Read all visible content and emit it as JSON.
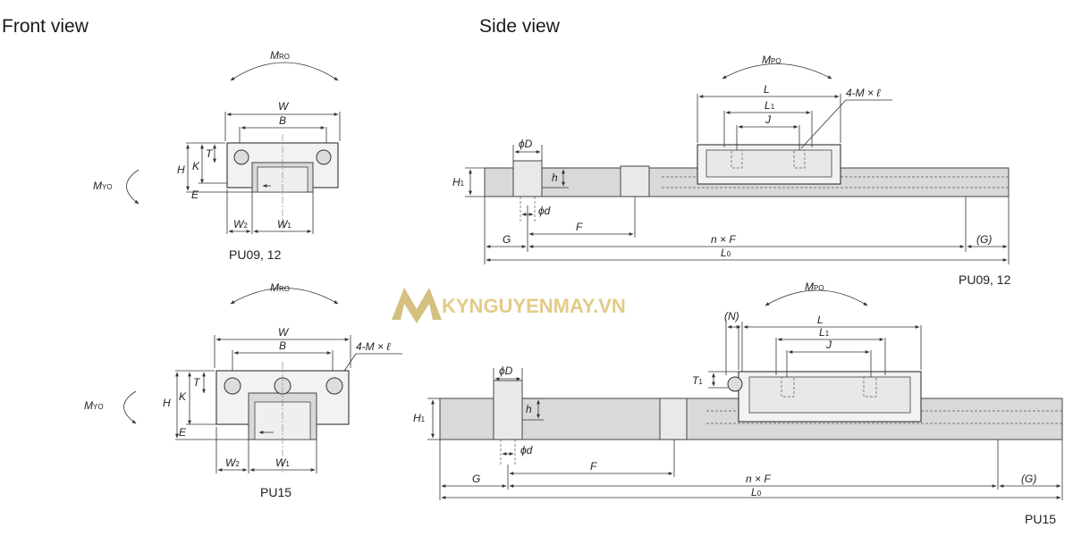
{
  "headings": {
    "front": "Front view",
    "side": "Side view"
  },
  "watermark": "KYNGUYENMAY.VN",
  "captions": {
    "top_front": "PU09, 12",
    "bottom_front": "PU15",
    "top_side": "PU09, 12",
    "bottom_side": "PU15"
  },
  "moments": {
    "mro": "M",
    "mro_sub": "RO",
    "myo": "M",
    "myo_sub": "YO",
    "mpo": "M",
    "mpo_sub": "PO"
  },
  "dims": {
    "W": "W",
    "B": "B",
    "T": "T",
    "H": "H",
    "K": "K",
    "E": "E",
    "W1": "W",
    "W1_sub": "1",
    "W2": "W",
    "W2_sub": "2",
    "L": "L",
    "L1": "L",
    "L1_sub": "1",
    "J": "J",
    "M": "4-M × ℓ",
    "D": "ϕD",
    "d": "ϕd",
    "h": "h",
    "H1": "H",
    "H1_sub": "1",
    "G": "G",
    "F": "F",
    "nF": "n × F",
    "Gp": "(G)",
    "L0": "L",
    "L0_sub": "0",
    "N": "(N)",
    "T1": "T",
    "T1_sub": "1"
  }
}
